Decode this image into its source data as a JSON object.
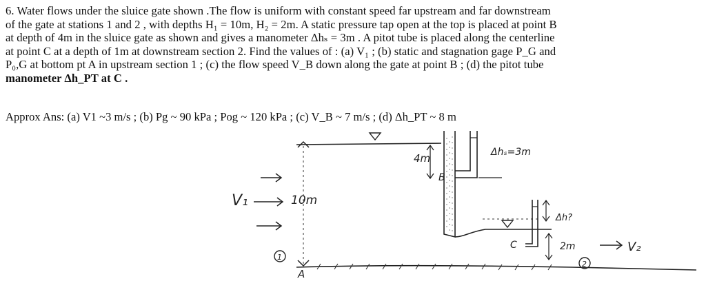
{
  "problem": {
    "line1": "6. Water flows under the sluice gate shown .The flow is uniform with constant speed far upstream  and far downstream",
    "line2": "of the gate at stations 1 and 2 , with depths  H₁ = 10m, H₂ = 2m.  A static pressure tap open at the top is placed at point B",
    "line3": "at  depth of 4m in the sluice gate  as shown and gives a manometer Δhₛ  = 3m . A pitot tube is placed along the centerline",
    "line4": "at point C at a depth of 1m at downstream section 2. Find the values of : (a) V₁ ;  (b) static and stagnation gage P_G and",
    "line5": "P₀,G at bottom pt A in upstream section 1 ; (c) the flow speed V_B down along the gate at point B ;  (d) the pitot tube",
    "line6": "manometer Δh_PT at C ."
  },
  "answer": {
    "text": "Approx Ans: (a)  V1 ~3 m/s ; (b) Pg ~ 90 kPa ; Pog ~ 120 kPa ; (c) V_B ~  7 m/s ; (d) Δh_PT ~  8 m"
  },
  "figure": {
    "labels": {
      "depth_4m": "4m",
      "point_b": "B",
      "dh_s": "Δhₛ=3m",
      "v1": "V₁",
      "depth_10m": "10m",
      "station_1": "1",
      "point_a": "A",
      "dh_pt": "Δh?",
      "point_c": "C",
      "depth_2m": "2m",
      "v2": "V₂",
      "station_2": "2"
    }
  }
}
